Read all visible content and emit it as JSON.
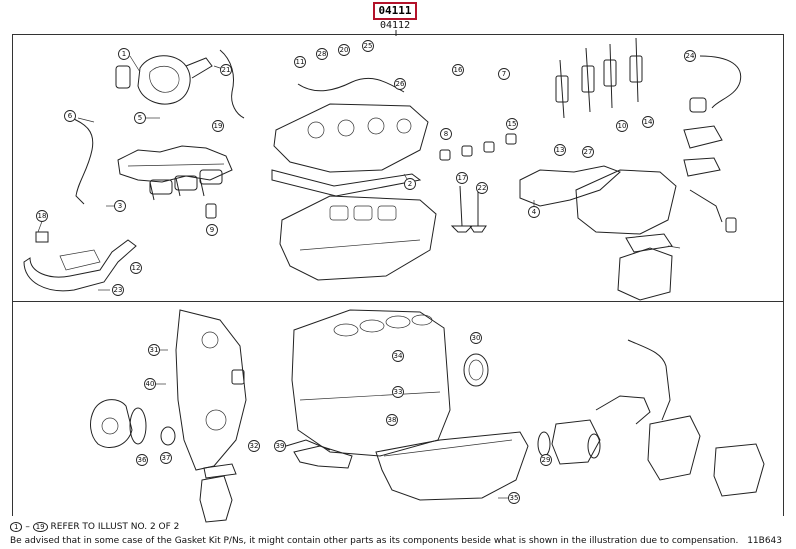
{
  "header": {
    "part_code": "04111",
    "part_code_alt": "04112"
  },
  "footer": {
    "ref_range_start": "1",
    "ref_range_end": "19",
    "ref_note": "REFER TO ILLUST NO. 2 OF 2",
    "advisory": "Be advised that in some case of the Gasket Kit P/Ns, it might contain other parts as its components beside what is shown in the illustration due to compensation.",
    "illustration_code": "11B643"
  },
  "callouts": [
    {
      "label": "1"
    },
    {
      "label": "21"
    },
    {
      "label": "6"
    },
    {
      "label": "5"
    },
    {
      "label": "19"
    },
    {
      "label": "3"
    },
    {
      "label": "18"
    },
    {
      "label": "12"
    },
    {
      "label": "23"
    },
    {
      "label": "9"
    },
    {
      "label": "11"
    },
    {
      "label": "28"
    },
    {
      "label": "20"
    },
    {
      "label": "25"
    },
    {
      "label": "16"
    },
    {
      "label": "2"
    },
    {
      "label": "8"
    },
    {
      "label": "15"
    },
    {
      "label": "7"
    },
    {
      "label": "26"
    },
    {
      "label": "22"
    },
    {
      "label": "17"
    },
    {
      "label": "13"
    },
    {
      "label": "27"
    },
    {
      "label": "10"
    },
    {
      "label": "14"
    },
    {
      "label": "4"
    },
    {
      "label": "24"
    },
    {
      "label": "31"
    },
    {
      "label": "40"
    },
    {
      "label": "36"
    },
    {
      "label": "37"
    },
    {
      "label": "32"
    },
    {
      "label": "39"
    },
    {
      "label": "34"
    },
    {
      "label": "33"
    },
    {
      "label": "38"
    },
    {
      "label": "30"
    },
    {
      "label": "35"
    },
    {
      "label": "29"
    }
  ]
}
